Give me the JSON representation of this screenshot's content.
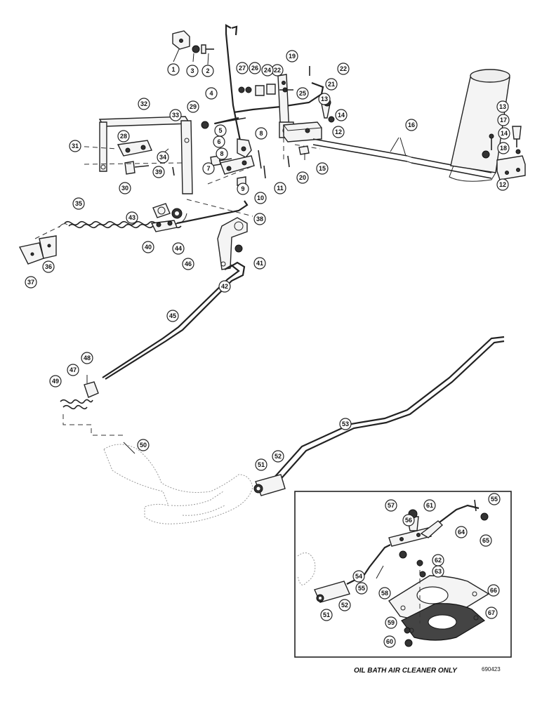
{
  "caption": "OIL BATH AIR CLEANER ONLY",
  "figure_number": "690423",
  "callouts": [
    {
      "id": "c1",
      "label": "1"
    },
    {
      "id": "c2",
      "label": "2"
    },
    {
      "id": "c3",
      "label": "3"
    },
    {
      "id": "c4",
      "label": "4"
    },
    {
      "id": "c5",
      "label": "5"
    },
    {
      "id": "c6",
      "label": "6"
    },
    {
      "id": "c7",
      "label": "7"
    },
    {
      "id": "c8a",
      "label": "8"
    },
    {
      "id": "c8b",
      "label": "8"
    },
    {
      "id": "c9",
      "label": "9"
    },
    {
      "id": "c10",
      "label": "10"
    },
    {
      "id": "c11",
      "label": "11"
    },
    {
      "id": "c12a",
      "label": "12"
    },
    {
      "id": "c12b",
      "label": "12"
    },
    {
      "id": "c13a",
      "label": "13"
    },
    {
      "id": "c13b",
      "label": "13"
    },
    {
      "id": "c14a",
      "label": "14"
    },
    {
      "id": "c14b",
      "label": "14"
    },
    {
      "id": "c15",
      "label": "15"
    },
    {
      "id": "c16",
      "label": "16"
    },
    {
      "id": "c17",
      "label": "17"
    },
    {
      "id": "c18",
      "label": "18"
    },
    {
      "id": "c19",
      "label": "19"
    },
    {
      "id": "c20",
      "label": "20"
    },
    {
      "id": "c21",
      "label": "21"
    },
    {
      "id": "c22a",
      "label": "22"
    },
    {
      "id": "c22b",
      "label": "22"
    },
    {
      "id": "c24",
      "label": "24"
    },
    {
      "id": "c25",
      "label": "25"
    },
    {
      "id": "c26",
      "label": "26"
    },
    {
      "id": "c27",
      "label": "27"
    },
    {
      "id": "c28",
      "label": "28"
    },
    {
      "id": "c29",
      "label": "29"
    },
    {
      "id": "c30",
      "label": "30"
    },
    {
      "id": "c31",
      "label": "31"
    },
    {
      "id": "c32",
      "label": "32"
    },
    {
      "id": "c33",
      "label": "33"
    },
    {
      "id": "c34",
      "label": "34"
    },
    {
      "id": "c35",
      "label": "35"
    },
    {
      "id": "c36",
      "label": "36"
    },
    {
      "id": "c37",
      "label": "37"
    },
    {
      "id": "c38",
      "label": "38"
    },
    {
      "id": "c39",
      "label": "39"
    },
    {
      "id": "c40",
      "label": "40"
    },
    {
      "id": "c41",
      "label": "41"
    },
    {
      "id": "c42",
      "label": "42"
    },
    {
      "id": "c43",
      "label": "43"
    },
    {
      "id": "c44",
      "label": "44"
    },
    {
      "id": "c45",
      "label": "45"
    },
    {
      "id": "c46",
      "label": "46"
    },
    {
      "id": "c47",
      "label": "47"
    },
    {
      "id": "c48",
      "label": "48"
    },
    {
      "id": "c49",
      "label": "49"
    },
    {
      "id": "c50",
      "label": "50"
    },
    {
      "id": "c51a",
      "label": "51"
    },
    {
      "id": "c51b",
      "label": "51"
    },
    {
      "id": "c52a",
      "label": "52"
    },
    {
      "id": "c52b",
      "label": "52"
    },
    {
      "id": "c53",
      "label": "53"
    },
    {
      "id": "c54",
      "label": "54"
    },
    {
      "id": "c55a",
      "label": "55"
    },
    {
      "id": "c55b",
      "label": "55"
    },
    {
      "id": "c56",
      "label": "56"
    },
    {
      "id": "c57",
      "label": "57"
    },
    {
      "id": "c58",
      "label": "58"
    },
    {
      "id": "c59",
      "label": "59"
    },
    {
      "id": "c60",
      "label": "60"
    },
    {
      "id": "c61",
      "label": "61"
    },
    {
      "id": "c62",
      "label": "62"
    },
    {
      "id": "c63",
      "label": "63"
    },
    {
      "id": "c64",
      "label": "64"
    },
    {
      "id": "c65",
      "label": "65"
    },
    {
      "id": "c66",
      "label": "66"
    },
    {
      "id": "c67",
      "label": "67"
    }
  ]
}
